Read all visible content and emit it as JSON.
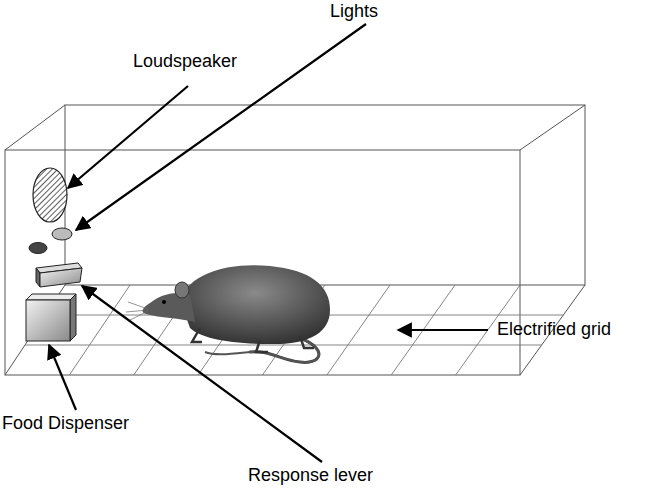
{
  "diagram": {
    "labels": [
      "Lights",
      "Loudspeaker",
      "Electrified grid",
      "Food Dispenser",
      "Response lever"
    ]
  }
}
